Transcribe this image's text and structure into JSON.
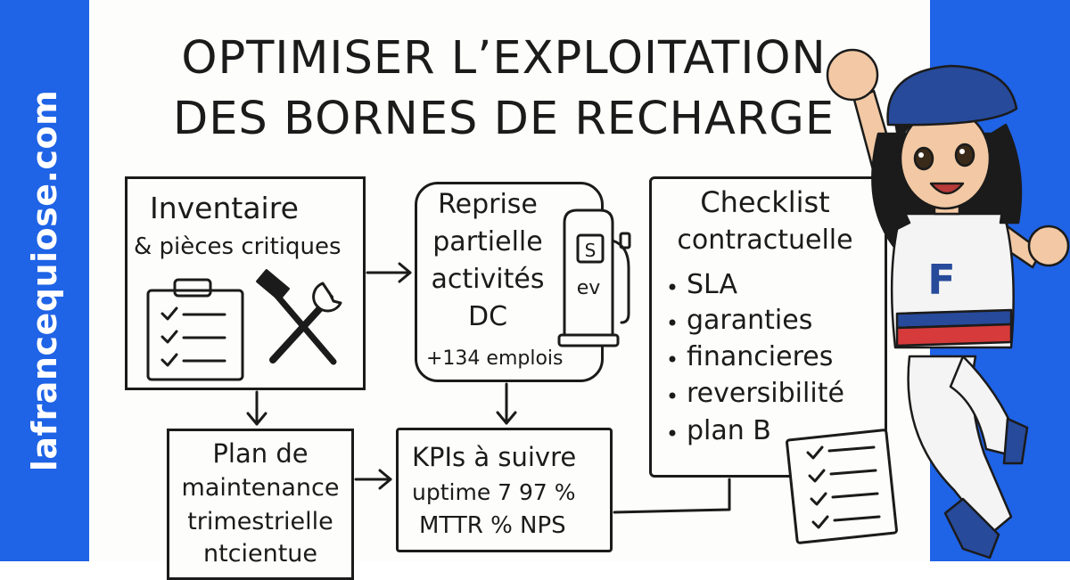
{
  "site_label": "lafrancequiose.com",
  "title": {
    "line1": "OPTIMISER L’EXPLOITATION",
    "line2": "DES BORNES DE RECHARGE"
  },
  "boxes": {
    "inventaire": {
      "line1": "Inventaire",
      "line2": "& pièces critiques"
    },
    "reprise": {
      "line1": "Reprise",
      "line2": "partielle",
      "line3": "activités",
      "line4": "DC",
      "note": "+134 emplois"
    },
    "checklist": {
      "line1": "Checklist",
      "line2": "contractuelle",
      "items": [
        "SLA",
        "garanties",
        "financieres",
        "reversibilité",
        "plan B"
      ]
    },
    "plan": {
      "line1": "Plan de",
      "line2": "maintenance",
      "line3": "trimestrielle",
      "line4": "ntcientue"
    },
    "kpis": {
      "line1": "KPIs à suivre",
      "line2": "uptime 7 97 %",
      "line3": "MTTR  % NPS"
    }
  },
  "pump": {
    "label_top": "S",
    "label_bottom": "ev"
  },
  "mascot": {
    "shirt_letter": "F"
  },
  "colors": {
    "brand_blue": "#1f63e6",
    "ink": "#1b1b1b",
    "beret": "#274a9a",
    "red": "#d63a3a"
  },
  "icons": [
    "clipboard-icon",
    "tools-icon",
    "charging-pump-icon",
    "checklist-icon",
    "mascot-illustration"
  ]
}
